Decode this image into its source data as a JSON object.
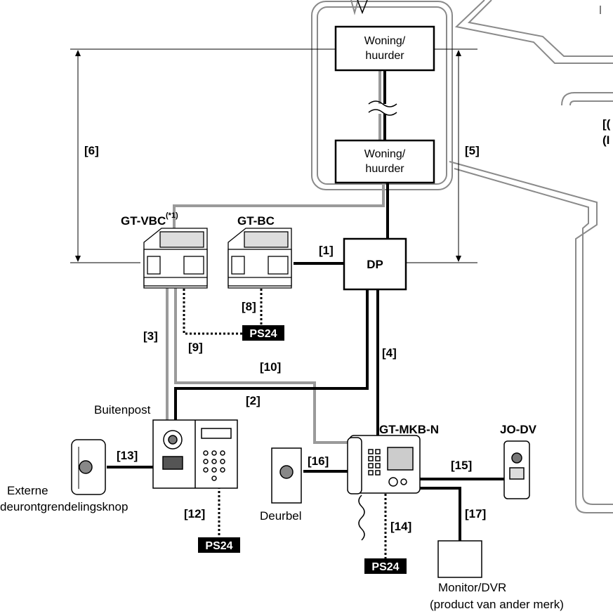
{
  "units": {
    "top": "Woning/\nhuurder",
    "bottom": "Woning/\nhuurder"
  },
  "dp_label": "DP",
  "devices": {
    "gt_vbc": "GT-VBC",
    "gt_vbc_note": "(*1)",
    "gt_bc": "GT-BC",
    "gt_mkb": "GT-MKB-N",
    "jo_dv": "JO-DV",
    "buitenpost": "Buitenpost",
    "externe": "Externe\ndeurontgrendelingsknop",
    "deurbel": "Deurbel",
    "monitor": "Monitor/DVR\n(product van ander merk)"
  },
  "ps24": "PS24",
  "wire_labels": {
    "w1": "[1]",
    "w2": "[2]",
    "w3": "[3]",
    "w4": "[4]",
    "w5": "[5]",
    "w6": "[6]",
    "w8": "[8]",
    "w9": "[9]",
    "w10": "[10]",
    "w12": "[12]",
    "w13": "[13]",
    "w14": "[14]",
    "w15": "[15]",
    "w16": "[16]",
    "w17": "[17]"
  },
  "callout_partial": "[(\n(I",
  "colors": {
    "grey_wire": "#9a9a9a",
    "black": "#000000",
    "frame": "#8a8a8a"
  }
}
